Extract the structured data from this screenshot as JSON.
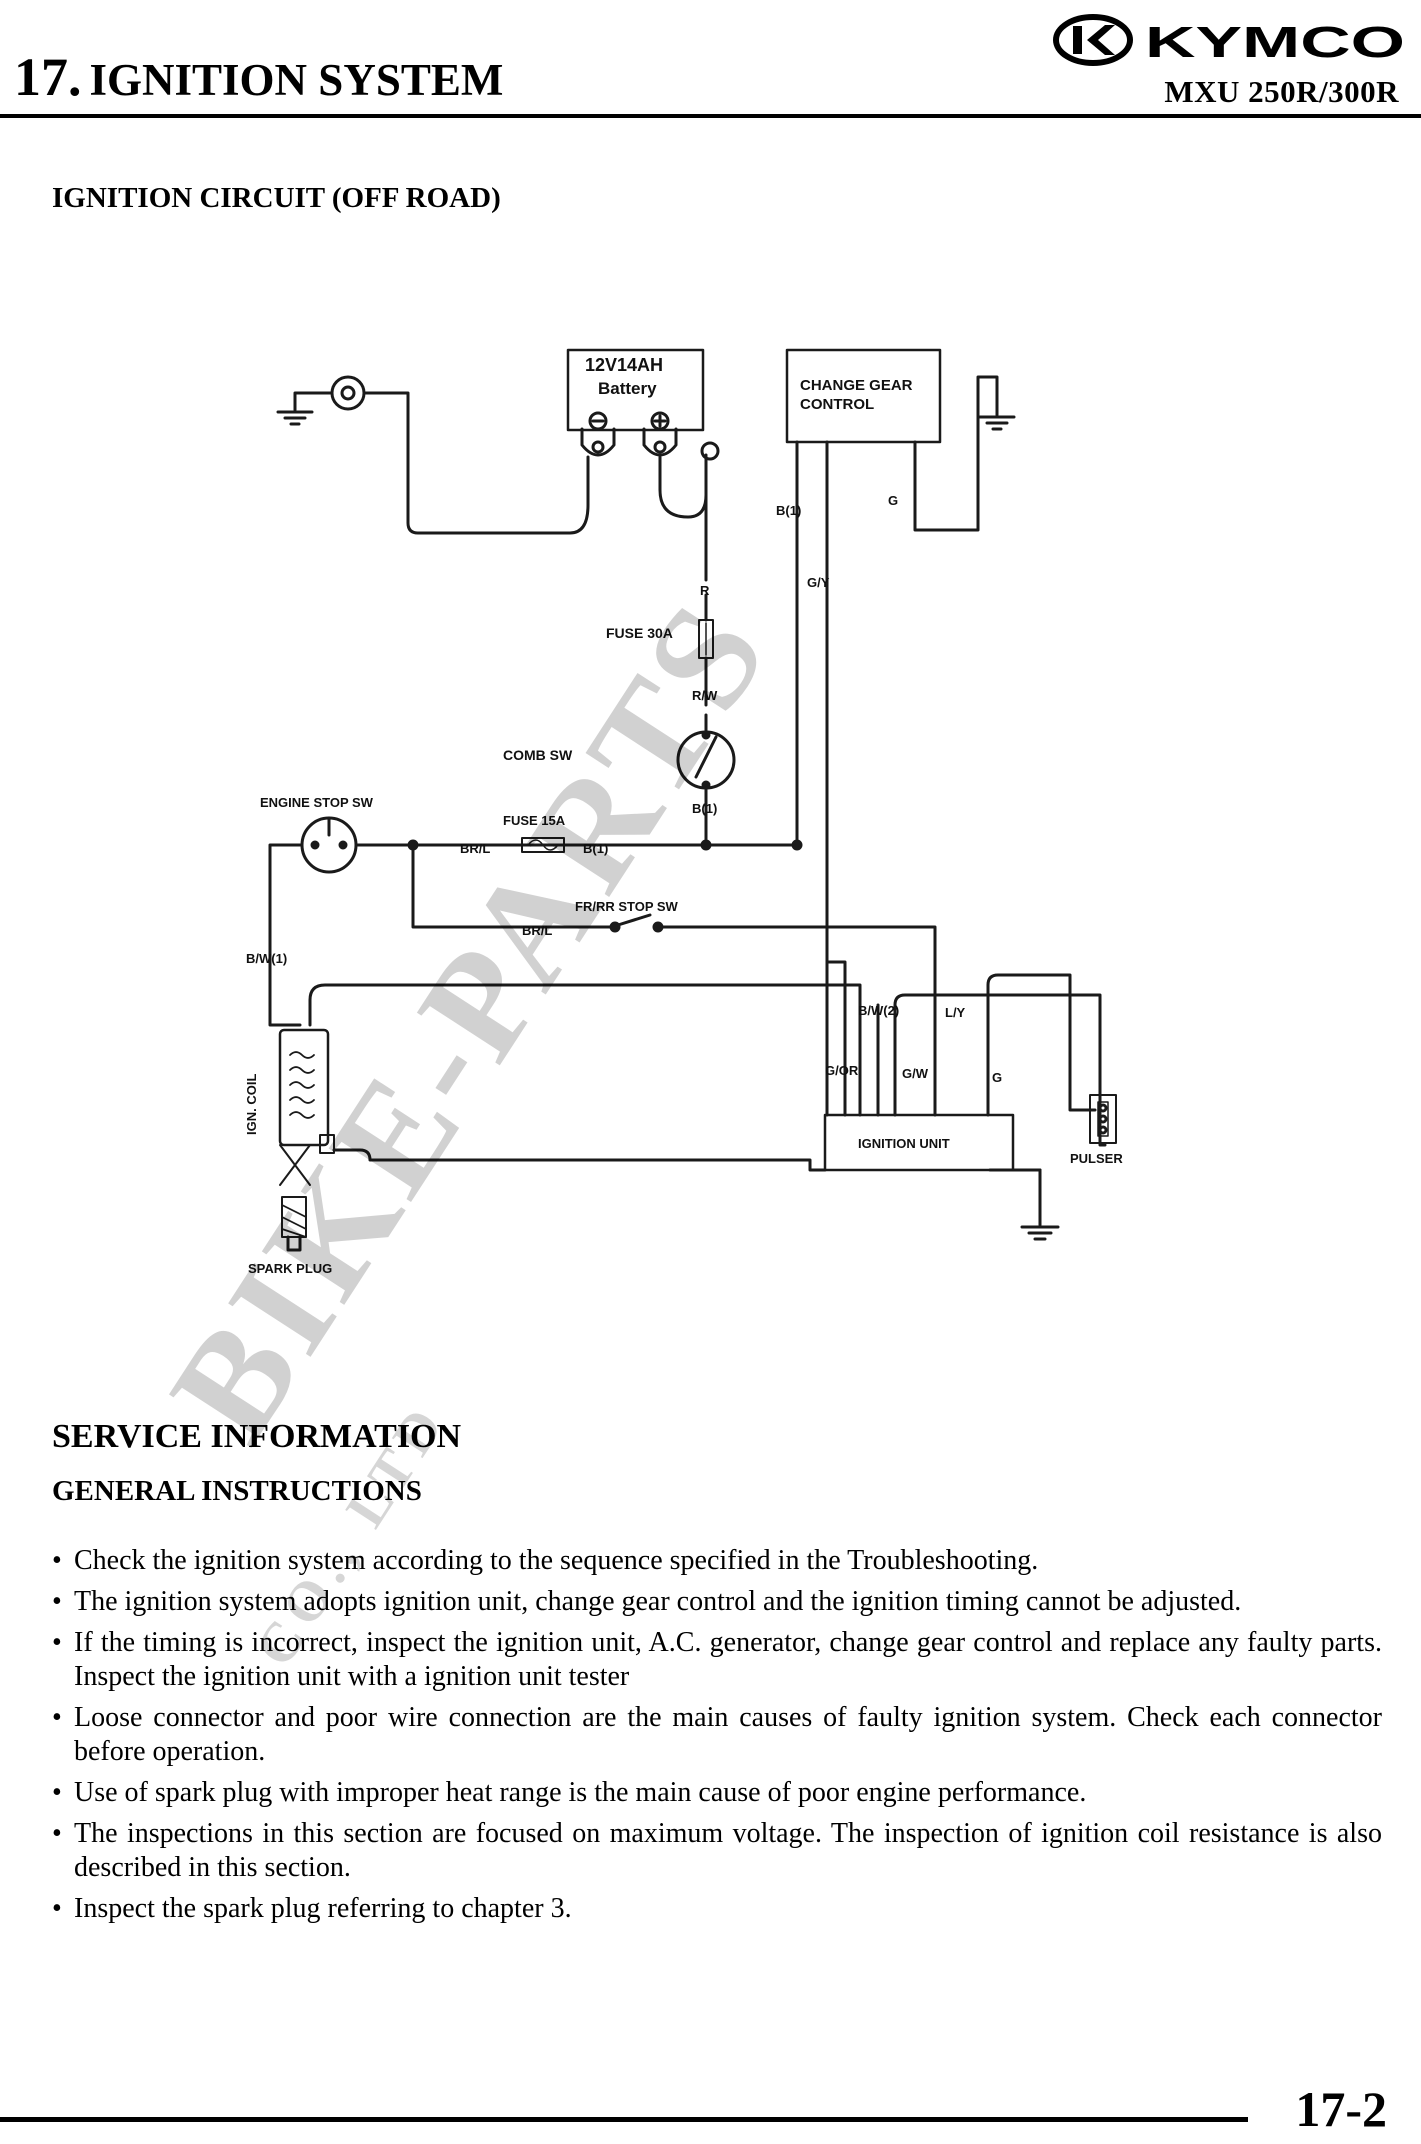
{
  "header": {
    "chapter_number": "17.",
    "chapter_title": "IGNITION SYSTEM",
    "brand": "KYMCO",
    "model": "MXU 250R/300R"
  },
  "section_heading": "IGNITION CIRCUIT (OFF ROAD)",
  "diagram": {
    "battery_rating": "12V14AH",
    "battery_label": "Battery",
    "change_gear_line1": "CHANGE GEAR",
    "change_gear_line2": "CONTROL",
    "fuse_30a": "FUSE 30A",
    "fuse_15a": "FUSE 15A",
    "combi_sw": "COMB SW",
    "engine_stop_sw": "ENGINE STOP SW",
    "fr_rr_stop_sw": "FR/RR STOP SW",
    "ign_coil": "IGN. COIL",
    "spark_plug": "SPARK PLUG",
    "ignition_unit": "IGNITION UNIT",
    "pulser": "PULSER",
    "wire_labels": {
      "r": "R",
      "rw": "R/W",
      "b1_combi": "B(1)",
      "b1_gear": "B(1)",
      "b1_fuse": "B(1)",
      "gy": "G/Y",
      "g_gear": "G",
      "brl_fuse": "BR/L",
      "brl_stop": "BR/L",
      "bw1": "B/W(1)",
      "bw2": "B/W(2)",
      "ly": "L/Y",
      "gor": "G/OR",
      "gw": "G/W",
      "g_unit": "G"
    }
  },
  "service": {
    "title": "SERVICE INFORMATION",
    "subtitle": "GENERAL INSTRUCTIONS",
    "bullet_symbol": "•",
    "bullets": [
      "Check the ignition system according to the sequence specified in the Troubleshooting.",
      "The ignition system adopts ignition unit, change gear control and the ignition timing cannot be adjusted.",
      "If the timing is incorrect, inspect the ignition unit, A.C. generator, change gear control and replace any faulty parts. Inspect the ignition unit with a ignition unit tester",
      "Loose connector and poor wire connection are the main causes of faulty ignition system. Check each connector before operation.",
      "Use of spark plug with improper heat range is the main cause of poor engine performance.",
      "The inspections in this section are focused on maximum voltage. The inspection of ignition coil resistance is also described in this section.",
      "Inspect the spark plug referring to chapter 3."
    ]
  },
  "watermark": {
    "main": "BIKE-PARTS",
    "sub": "CO., LTD"
  },
  "footer": {
    "page_number": "17-2"
  }
}
